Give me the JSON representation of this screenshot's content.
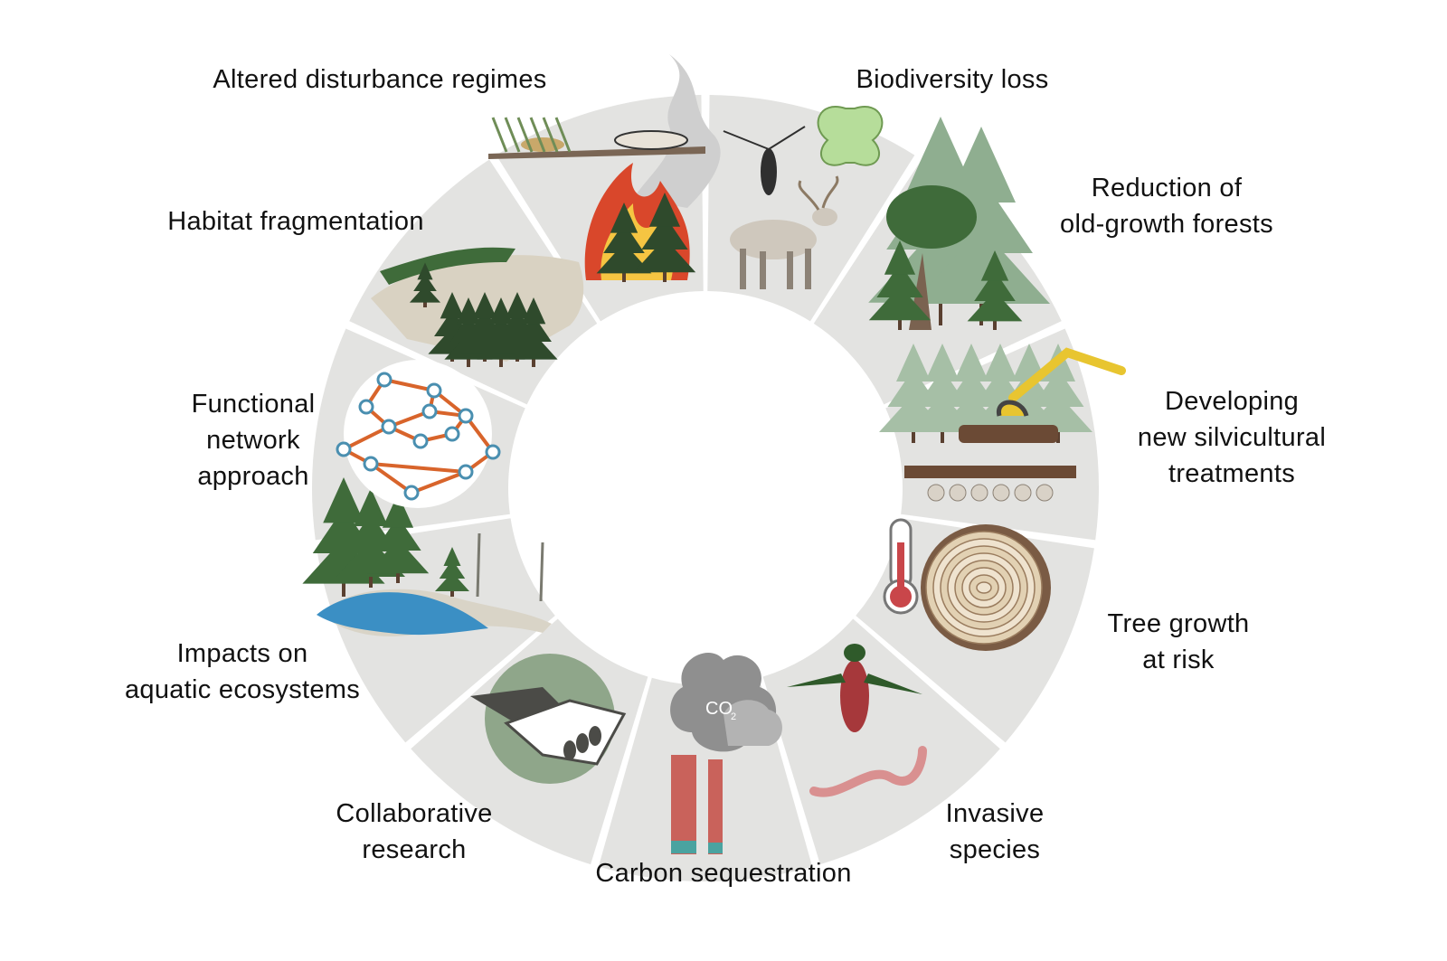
{
  "topics": [
    {
      "id": "altered-disturbance-regimes",
      "lines": [
        "Altered disturbance regimes"
      ]
    },
    {
      "id": "biodiversity-loss",
      "lines": [
        "Biodiversity loss"
      ]
    },
    {
      "id": "reduction-of-old-growth-forests",
      "lines": [
        "Reduction of",
        "old-growth forests"
      ]
    },
    {
      "id": "developing-new-silvicultural-treatments",
      "lines": [
        "Developing",
        "new silvicultural",
        "treatments"
      ]
    },
    {
      "id": "tree-growth-at-risk",
      "lines": [
        "Tree growth",
        "at risk"
      ]
    },
    {
      "id": "invasive-species",
      "lines": [
        "Invasive",
        "species"
      ]
    },
    {
      "id": "carbon-sequestration",
      "lines": [
        "Carbon sequestration"
      ]
    },
    {
      "id": "collaborative-research",
      "lines": [
        "Collaborative",
        "research"
      ]
    },
    {
      "id": "impacts-on-aquatic-ecosystems",
      "lines": [
        "Impacts on",
        "aquatic ecosystems"
      ]
    },
    {
      "id": "functional-network-approach",
      "lines": [
        "Functional",
        "network",
        "approach"
      ]
    },
    {
      "id": "habitat-fragmentation",
      "lines": [
        "Habitat fragmentation"
      ]
    }
  ],
  "co2_label": "CO",
  "co2_subscript": "2",
  "colors": {
    "ring": "#e3e3e1",
    "ring_dark": "#d6d6d4",
    "forest": "#3f6b3a",
    "forest_light": "#8aa88a",
    "fire_red": "#d9472b",
    "fire_yellow": "#f5c542",
    "water": "#3b8fc4",
    "network_line": "#d8642b",
    "network_node": "#4a8fb0",
    "smoke": "#8f8f8f",
    "chimney": "#c9625b"
  }
}
